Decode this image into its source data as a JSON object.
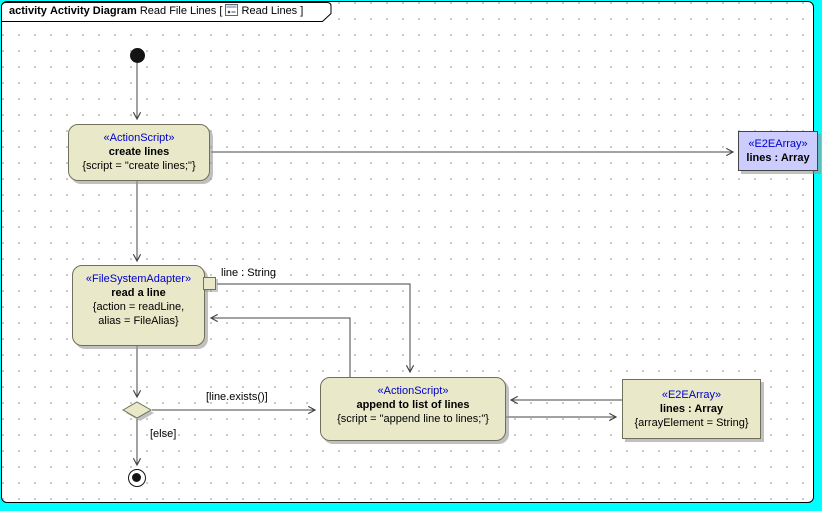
{
  "frame": {
    "keyword": "activity",
    "diagram_type": "Activity Diagram",
    "diagram_name": "Read File Lines [",
    "context_name": "Read Lines ]",
    "icon": "diagram-icon"
  },
  "nodes": {
    "create_lines": {
      "stereotype": "«ActionScript»",
      "name": "create lines",
      "detail": "{script = \"create lines;\"}"
    },
    "lines_array_top": {
      "stereotype": "«E2EArray»",
      "name": "lines : Array"
    },
    "read_a_line": {
      "stereotype": "«FileSystemAdapter»",
      "name": "read a line",
      "detail": "{action = readLine,\nalias = FileAlias}"
    },
    "append_lines": {
      "stereotype": "«ActionScript»",
      "name": "append to list of lines",
      "detail": "{script = \"append line to lines;\"}"
    },
    "lines_array_bottom": {
      "stereotype": "«E2EArray»",
      "name": "lines : Array",
      "detail": "{arrayElement = String}"
    }
  },
  "labels": {
    "pin_label": "line : String",
    "guard_exists": "[line.exists()]",
    "guard_else": "[else]"
  },
  "colors": {
    "canvas_background": "#00ffff",
    "node_fill": "#e9e9c9",
    "array_fill": "#ccccff",
    "stereotype_text": "#0000cc",
    "edge": "#444444"
  }
}
